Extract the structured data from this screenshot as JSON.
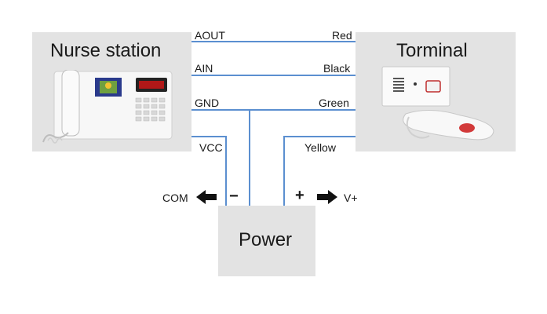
{
  "nurse_station": {
    "title": "Nurse station"
  },
  "terminal": {
    "title": "Torminal"
  },
  "power": {
    "title": "Power",
    "minus": "−",
    "plus": "+"
  },
  "left_wires": [
    "AOUT",
    "AIN",
    "GND",
    "VCC"
  ],
  "right_wires": [
    "Red",
    "Black",
    "Green",
    "Yellow"
  ],
  "outputs": {
    "com": "COM",
    "vplus": "V+"
  },
  "colors": {
    "wire": "#5b8fd0",
    "box": "#e3e3e3",
    "arrow": "#111111"
  }
}
